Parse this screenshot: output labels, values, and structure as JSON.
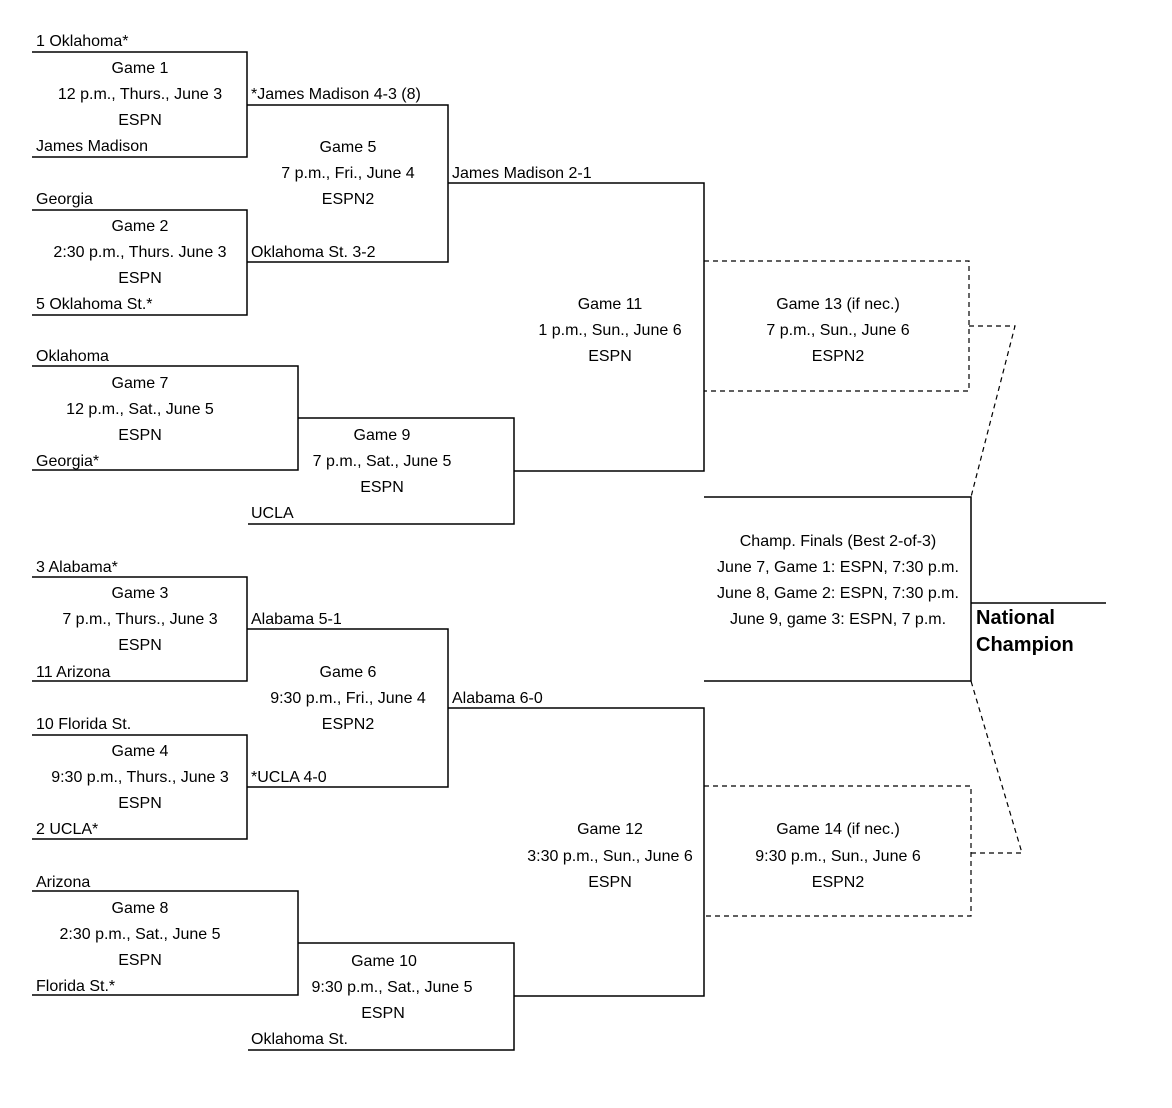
{
  "round1": {
    "g1": {
      "top": "1  Oklahoma*",
      "title": "Game 1",
      "time": "12 p.m., Thurs., June 3",
      "tv": "ESPN",
      "bottom": "James Madison"
    },
    "g2": {
      "top": "Georgia",
      "title": "Game 2",
      "time": "2:30 p.m., Thurs. June 3",
      "tv": "ESPN",
      "bottom": "5  Oklahoma St.*"
    },
    "g3": {
      "top": "3  Alabama*",
      "title": "Game 3",
      "time": "7 p.m., Thurs., June 3",
      "tv": "ESPN",
      "bottom": "11  Arizona"
    },
    "g4": {
      "top": "10  Florida St.",
      "title": "Game 4",
      "time": "9:30 p.m., Thurs., June 3",
      "tv": "ESPN",
      "bottom": "2  UCLA*"
    }
  },
  "round2": {
    "g5": {
      "top": "*James Madison 4-3 (8)",
      "title": "Game 5",
      "time": "7 p.m., Fri., June 4",
      "tv": "ESPN2",
      "bottom": "Oklahoma St. 3-2"
    },
    "g6": {
      "top": "Alabama 5-1",
      "title": "Game 6",
      "time": "9:30 p.m., Fri., June 4",
      "tv": "ESPN2",
      "bottom": "*UCLA 4-0"
    }
  },
  "elimination": {
    "g7": {
      "top": "Oklahoma",
      "title": "Game 7",
      "time": "12 p.m., Sat., June 5",
      "tv": "ESPN",
      "bottom": "Georgia*"
    },
    "g8": {
      "top": "Arizona",
      "title": "Game 8",
      "time": "2:30 p.m., Sat., June 5",
      "tv": "ESPN",
      "bottom": "Florida St.*"
    },
    "g9": {
      "title": "Game 9",
      "time": "7 p.m., Sat., June 5",
      "tv": "ESPN",
      "bottom": "UCLA"
    },
    "g10": {
      "title": "Game 10",
      "time": "9:30 p.m., Sat., June 5",
      "tv": "ESPN",
      "bottom": "Oklahoma St."
    }
  },
  "semis": {
    "g11": {
      "top": "James Madison 2-1",
      "title": "Game 11",
      "time": "1 p.m., Sun., June 6",
      "tv": "ESPN"
    },
    "g12": {
      "top": "Alabama 6-0",
      "title": "Game 12",
      "time": "3:30 p.m., Sun., June 6",
      "tv": "ESPN"
    },
    "g13": {
      "title": "Game 13 (if nec.)",
      "time": "7 p.m., Sun., June 6",
      "tv": "ESPN2"
    },
    "g14": {
      "title": "Game 14 (if nec.)",
      "time": "9:30 p.m., Sun., June 6",
      "tv": "ESPN2"
    }
  },
  "finals": {
    "title": "Champ. Finals (Best 2-of-3)",
    "game1": "June 7, Game 1: ESPN, 7:30 p.m.",
    "game2": "June 8, Game 2: ESPN, 7:30 p.m.",
    "game3": "June 9, game 3: ESPN, 7 p.m.",
    "champion_line1": "National",
    "champion_line2": "Champion"
  }
}
